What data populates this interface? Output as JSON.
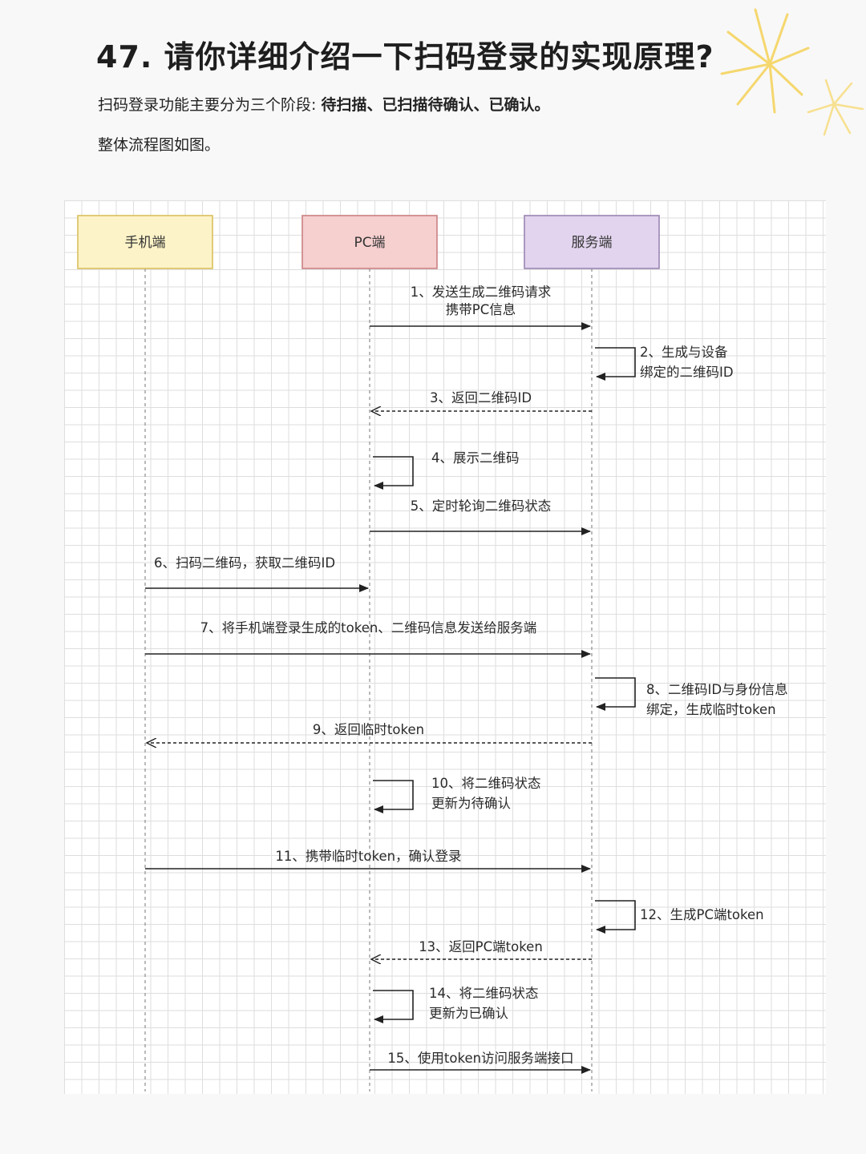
{
  "header": {
    "title": "47. 请你详细介绍一下扫码登录的实现原理?",
    "intro_prefix": "扫码登录功能主要分为三个阶段:",
    "intro_stages": "待扫描、已扫描待确认、已确认。",
    "intro2": "整体流程图如图。"
  },
  "diagram": {
    "actors": [
      {
        "id": "phone",
        "label": "手机端",
        "fill": "#fdf3c8",
        "stroke": "#d9bf5c"
      },
      {
        "id": "pc",
        "label": "PC端",
        "fill": "#f6cfcf",
        "stroke": "#c98080"
      },
      {
        "id": "server",
        "label": "服务端",
        "fill": "#e2d4ee",
        "stroke": "#9a85b2"
      }
    ],
    "messages": [
      {
        "num": "1",
        "kind": "solid",
        "from": "pc",
        "to": "server",
        "lines": [
          "1、发送生成二维码请求",
          "携带PC信息"
        ]
      },
      {
        "num": "2",
        "kind": "self",
        "on": "server",
        "lines": [
          "2、生成与设备",
          "绑定的二维码ID"
        ]
      },
      {
        "num": "3",
        "kind": "dashed",
        "from": "server",
        "to": "pc",
        "lines": [
          "3、返回二维码ID"
        ]
      },
      {
        "num": "4",
        "kind": "self",
        "on": "pc",
        "lines": [
          "4、展示二维码"
        ]
      },
      {
        "num": "5",
        "kind": "solid",
        "from": "pc",
        "to": "server",
        "lines": [
          "5、定时轮询二维码状态"
        ]
      },
      {
        "num": "6",
        "kind": "solid",
        "from": "phone",
        "to": "pc",
        "lines": [
          "6、扫码二维码，获取二维码ID"
        ]
      },
      {
        "num": "7",
        "kind": "solid",
        "from": "phone",
        "to": "server",
        "lines": [
          "7、将手机端登录生成的token、二维码信息发送给服务端"
        ]
      },
      {
        "num": "8",
        "kind": "self",
        "on": "server",
        "lines": [
          "8、二维码ID与身份信息",
          "绑定，生成临时token"
        ]
      },
      {
        "num": "9",
        "kind": "dashed",
        "from": "server",
        "to": "phone",
        "lines": [
          "9、返回临时token"
        ]
      },
      {
        "num": "10",
        "kind": "self",
        "on": "pc",
        "lines": [
          "10、将二维码状态",
          "更新为待确认"
        ]
      },
      {
        "num": "11",
        "kind": "solid",
        "from": "phone",
        "to": "server",
        "lines": [
          "11、携带临时token，确认登录"
        ]
      },
      {
        "num": "12",
        "kind": "self",
        "on": "server",
        "lines": [
          "12、生成PC端token"
        ]
      },
      {
        "num": "13",
        "kind": "dashed",
        "from": "server",
        "to": "pc",
        "lines": [
          "13、返回PC端token"
        ]
      },
      {
        "num": "14",
        "kind": "self",
        "on": "pc",
        "lines": [
          "14、将二维码状态",
          "更新为已确认"
        ]
      },
      {
        "num": "15",
        "kind": "solid",
        "from": "pc",
        "to": "server",
        "lines": [
          "15、使用token访问服务端接口"
        ]
      }
    ]
  }
}
